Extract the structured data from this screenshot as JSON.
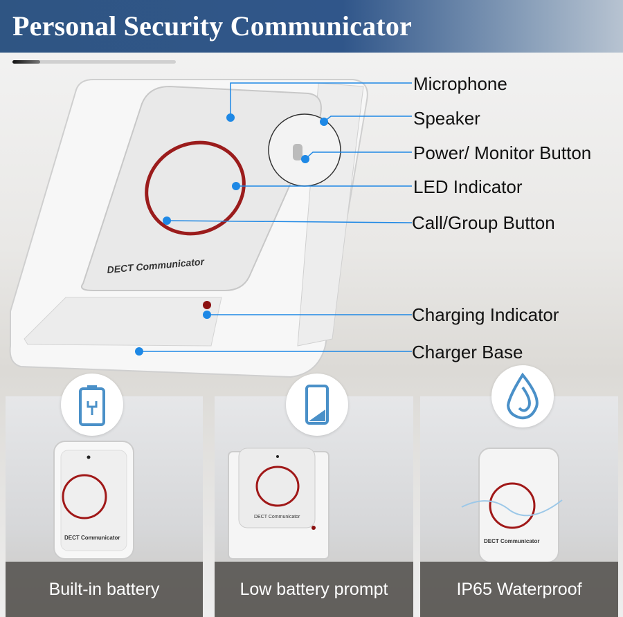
{
  "header": {
    "title": "Personal Security Communicator"
  },
  "device": {
    "brand_text": "DECT Communicator"
  },
  "callouts": [
    {
      "label": "Microphone"
    },
    {
      "label": "Speaker"
    },
    {
      "label": "Power/ Monitor Button"
    },
    {
      "label": "LED Indicator"
    },
    {
      "label": "Call/Group Button"
    },
    {
      "label": "Charging Indicator"
    },
    {
      "label": "Charger Base"
    }
  ],
  "features": [
    {
      "caption": "Built-in battery",
      "icon": "battery-plug-icon"
    },
    {
      "caption": "Low battery prompt",
      "icon": "low-battery-icon"
    },
    {
      "caption": "IP65 Waterproof",
      "icon": "water-drop-icon"
    }
  ],
  "colors": {
    "header": "#30568a",
    "accent": "#1e88e5",
    "ring": "#9b1c1c"
  }
}
